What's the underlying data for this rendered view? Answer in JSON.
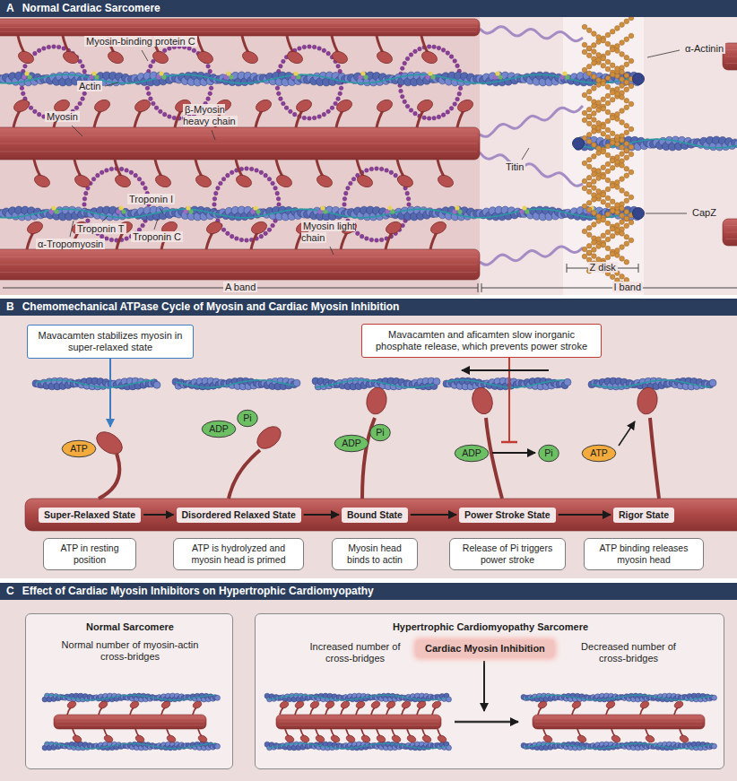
{
  "diagram": {
    "nodes": [
      {
        "text": [
          "A",
          "Normal Cardiac Sarcomere"
        ]
      },
      {
        "text": [
          "B",
          "Chemomechanical ATPase Cycle of Myosin and Cardiac Myosin Inhibition"
        ]
      },
      {
        "text": [
          "Mavacamten stabilizes myosin in super-relaxed state"
        ],
        "in": 1
      },
      {
        "text": [
          "Mavacamten and aficamten slow inorganic phosphate release, which prevents power stroke"
        ],
        "in": 1
      },
      {
        "text": [
          "ATP"
        ],
        "in": 1
      },
      {
        "text": [
          "Super-Relaxed State"
        ],
        "in": 1
      },
      {
        "text": [
          "ATP in resting position"
        ],
        "in": 1
      },
      {
        "text": [
          "ADP"
        ],
        "in": 1
      },
      {
        "text": [
          "Pi"
        ],
        "in": 1
      },
      {
        "text": [
          "Disordered Relaxed State"
        ],
        "in": 1
      },
      {
        "text": [
          "ATP is hydrolyzed and myosin head is primed"
        ],
        "in": 1
      },
      {
        "text": [
          "ADP"
        ],
        "in": 1
      },
      {
        "text": [
          "Pi"
        ],
        "in": 1
      },
      {
        "text": [
          "Bound State"
        ],
        "in": 1
      },
      {
        "text": [
          "Myosin head binds to actin"
        ],
        "in": 1
      },
      {
        "text": [
          "ADP"
        ],
        "in": 1
      },
      {
        "text": [
          "Pi"
        ],
        "in": 1
      },
      {
        "text": [
          "Power Stroke State"
        ],
        "in": 1
      },
      {
        "text": [
          "Release of Pi triggers power stroke"
        ],
        "in": 1
      },
      {
        "text": [
          "ATP"
        ],
        "in": 1
      },
      {
        "text": [
          "Rigor State"
        ],
        "in": 1
      },
      {
        "text": [
          "ATP binding releases myosin head"
        ],
        "in": 1
      },
      {
        "text": [
          "C",
          "Effect of Cardiac Myosin Inhibitors on Hypertrophic Cardiomyopathy"
        ]
      },
      {
        "text": [
          "Normal Sarcomere",
          "Normal number of myosin-actin cross-bridges"
        ],
        "in": 22
      },
      {
        "text": [
          "Hypertrophic Cardiomyopathy Sarcomere",
          "Increased number of cross-bridges",
          "Decreased number of cross-bridges"
        ],
        "in": 22
      },
      {
        "text": [
          "Cardiac Myosin Inhibition"
        ],
        "in": 24
      }
    ],
    "edges": [
      {
        "from": 5,
        "to": 9,
        "arrow": "to"
      },
      {
        "from": 9,
        "to": 13,
        "arrow": "to"
      },
      {
        "from": 13,
        "to": 17,
        "arrow": "to"
      },
      {
        "from": 17,
        "to": 20,
        "arrow": "to"
      },
      {
        "from": 15,
        "to": 16,
        "arrow": "to"
      }
    ],
    "labels": [
      "Myosin-binding protein C",
      "Actin",
      "Myosin",
      "β-Myosin heavy chain",
      "Troponin I",
      "Troponin T",
      "Troponin C",
      "α-Tropomyosin",
      "Myosin light chain",
      "Titin",
      "α-Actinin",
      "CapZ",
      "Z disk",
      "A band",
      "I band"
    ]
  }
}
